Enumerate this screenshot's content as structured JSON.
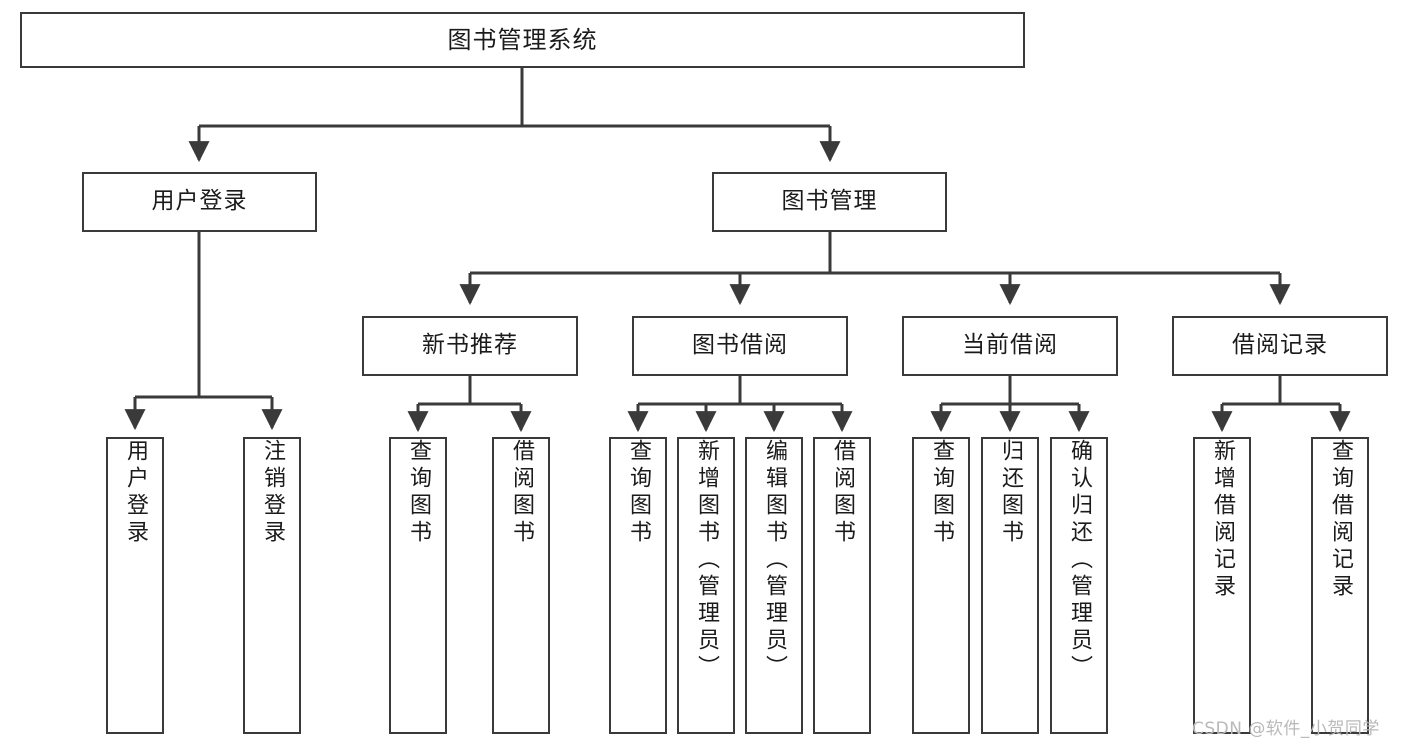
{
  "diagram": {
    "type": "tree-hierarchy",
    "title": "图书管理系统",
    "root": {
      "id": "root",
      "label": "图书管理系统"
    },
    "level2": [
      {
        "id": "user-login",
        "label": "用户登录"
      },
      {
        "id": "book-manage",
        "label": "图书管理"
      }
    ],
    "level3": [
      {
        "id": "new-book-rec",
        "label": "新书推荐",
        "parent": "book-manage"
      },
      {
        "id": "book-borrow",
        "label": "图书借阅",
        "parent": "book-manage"
      },
      {
        "id": "current-borrow",
        "label": "当前借阅",
        "parent": "book-manage"
      },
      {
        "id": "borrow-record",
        "label": "借阅记录",
        "parent": "book-manage"
      }
    ],
    "leaves": {
      "user_login": [
        {
          "id": "leaf-user-login",
          "label": "用户登录"
        },
        {
          "id": "leaf-user-logout",
          "label": "注销登录"
        }
      ],
      "new_book_rec": [
        {
          "id": "leaf-query-book-1",
          "label": "查询图书"
        },
        {
          "id": "leaf-borrow-book-1",
          "label": "借阅图书"
        }
      ],
      "book_borrow": [
        {
          "id": "leaf-query-book-2",
          "label": "查询图书"
        },
        {
          "id": "leaf-add-book",
          "label": "新增图书（管理员）"
        },
        {
          "id": "leaf-edit-book",
          "label": "编辑图书（管理员）"
        },
        {
          "id": "leaf-borrow-book-2",
          "label": "借阅图书"
        }
      ],
      "current_borrow": [
        {
          "id": "leaf-query-book-3",
          "label": "查询图书"
        },
        {
          "id": "leaf-return-book",
          "label": "归还图书"
        },
        {
          "id": "leaf-confirm-return",
          "label": "确认归还（管理员）"
        }
      ],
      "borrow_record": [
        {
          "id": "leaf-add-record",
          "label": "新增借阅记录"
        },
        {
          "id": "leaf-query-record",
          "label": "查询借阅记录"
        }
      ]
    }
  },
  "watermark": {
    "text": "CSDN @软件_小贺同学"
  },
  "colors": {
    "border": "#3a3a3a",
    "background": "#ffffff",
    "text": "#1b1b1b",
    "watermark": "#b9b9b9"
  }
}
